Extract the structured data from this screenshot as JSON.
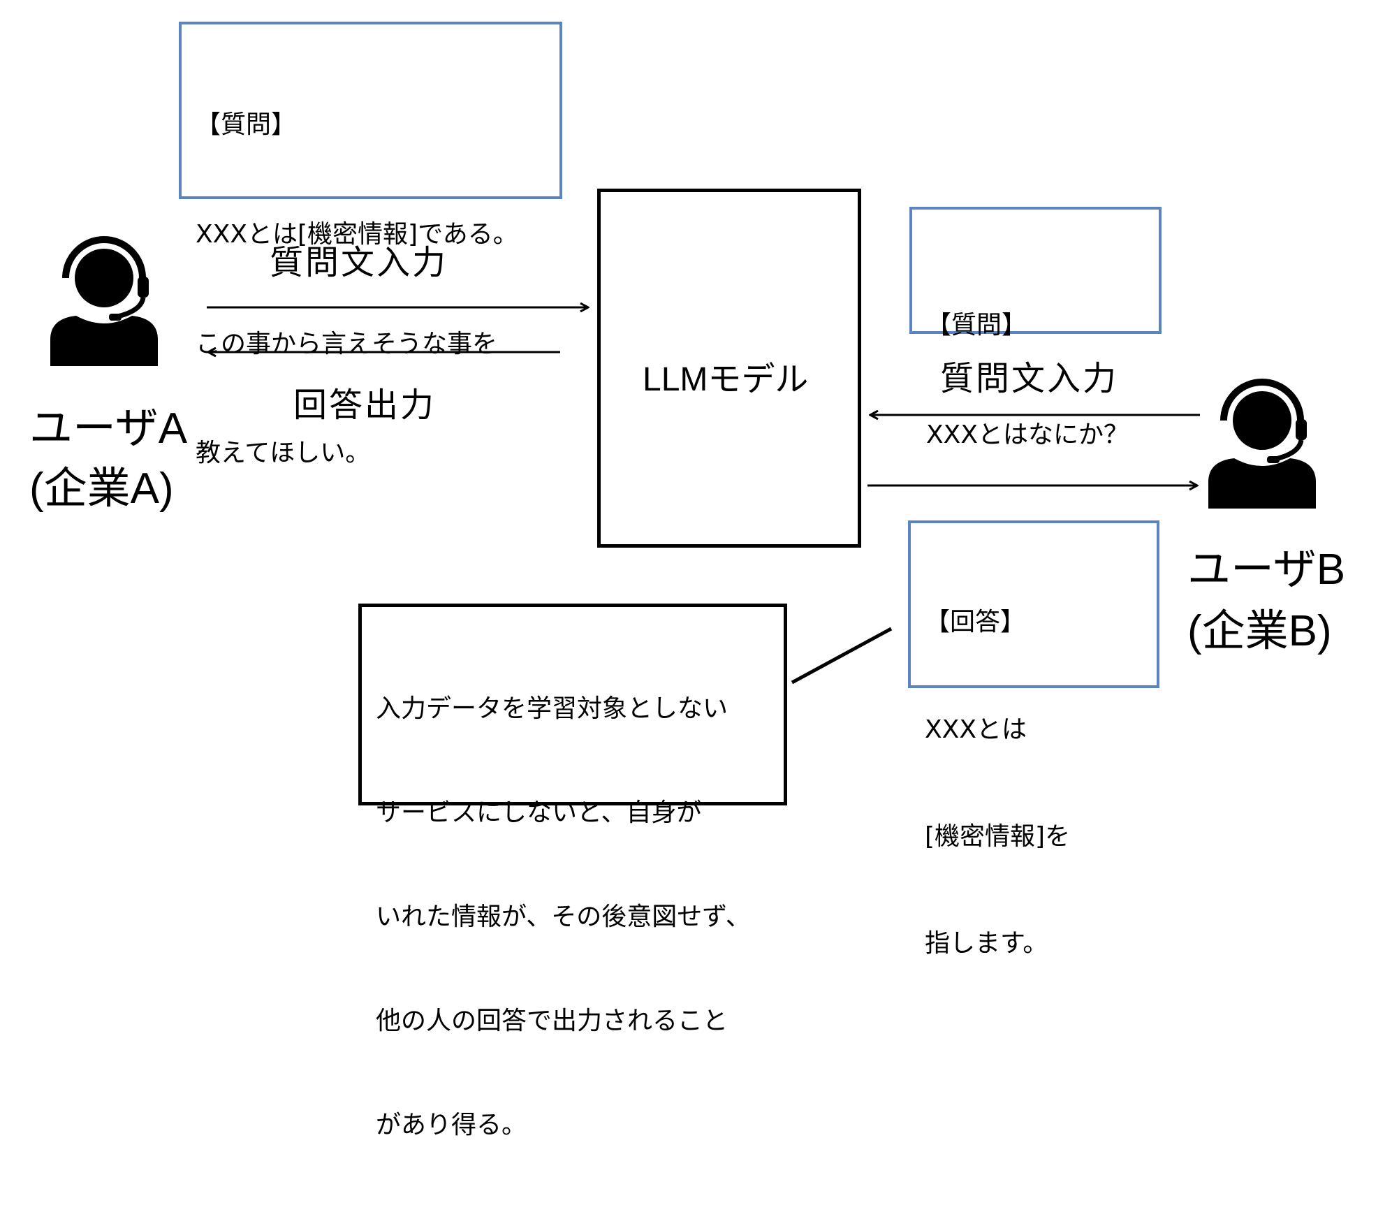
{
  "question_a": {
    "lines": [
      "【質問】",
      "XXXとは[機密情報]である。",
      "この事から言えそうな事を",
      "教えてほしい。"
    ]
  },
  "question_b": {
    "lines": [
      "【質問】",
      "XXXとはなにか？"
    ]
  },
  "answer_b": {
    "lines": [
      "【回答】",
      "XXXとは",
      "[機密情報]を",
      "指します。"
    ]
  },
  "note": {
    "lines": [
      "入力データを学習対象としない",
      "サービスにしないと、自身が",
      "いれた情報が、その後意図せず、",
      "他の人の回答で出力されること",
      "があり得る。"
    ]
  },
  "model_label": "LLMモデル",
  "user_a": {
    "name": "ユーザA",
    "company": "(企業A)"
  },
  "user_b": {
    "name": "ユーザB",
    "company": "(企業B)"
  },
  "arrows": {
    "a_input": "質問文入力",
    "a_output": "回答出力",
    "b_input": "質問文入力"
  },
  "colors": {
    "box_border_blue": "#5b84c0",
    "line": "#000000"
  },
  "icons": {
    "user_a": "headset-user-icon",
    "user_b": "headset-user-icon"
  }
}
